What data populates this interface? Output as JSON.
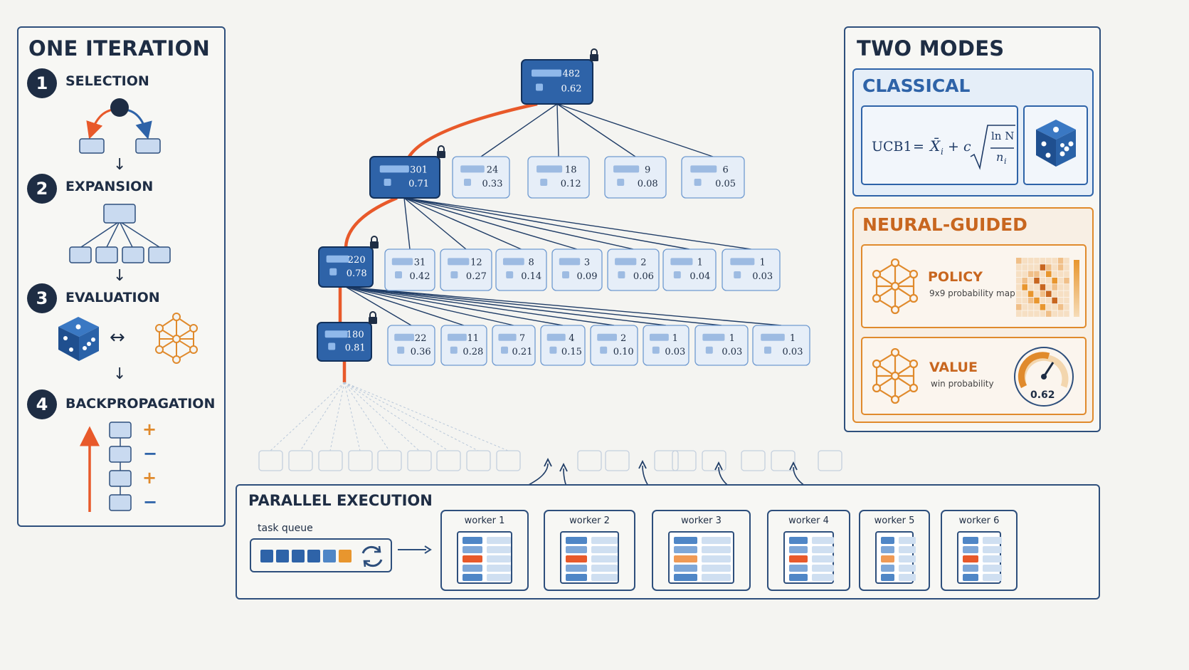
{
  "left_panel": {
    "title": "ONE ITERATION",
    "steps": [
      {
        "num": "1",
        "label": "SELECTION"
      },
      {
        "num": "2",
        "label": "EXPANSION"
      },
      {
        "num": "3",
        "label": "EVALUATION"
      },
      {
        "num": "4",
        "label": "BACKPROPAGATION"
      }
    ],
    "arrow_glyph": "↓",
    "swap_glyph": "↔",
    "backprop_signs": [
      "+",
      "−",
      "+",
      "−"
    ]
  },
  "tree": {
    "root": {
      "visits": "482",
      "value": "0.62"
    },
    "level1": [
      {
        "visits": "301",
        "value": "0.71",
        "selected": true
      },
      {
        "visits": "24",
        "value": "0.33"
      },
      {
        "visits": "18",
        "value": "0.12"
      },
      {
        "visits": "9",
        "value": "0.08"
      },
      {
        "visits": "6",
        "value": "0.05"
      }
    ],
    "level2": [
      {
        "visits": "220",
        "value": "0.78",
        "selected": true
      },
      {
        "visits": "31",
        "value": "0.42"
      },
      {
        "visits": "12",
        "value": "0.27"
      },
      {
        "visits": "8",
        "value": "0.14"
      },
      {
        "visits": "3",
        "value": "0.09"
      },
      {
        "visits": "2",
        "value": "0.06"
      },
      {
        "visits": "1",
        "value": "0.04"
      },
      {
        "visits": "1",
        "value": "0.03"
      }
    ],
    "level3": [
      {
        "visits": "180",
        "value": "0.81",
        "selected": true
      },
      {
        "visits": "22",
        "value": "0.36"
      },
      {
        "visits": "11",
        "value": "0.28"
      },
      {
        "visits": "7",
        "value": "0.21"
      },
      {
        "visits": "4",
        "value": "0.15"
      },
      {
        "visits": "2",
        "value": "0.10"
      },
      {
        "visits": "1",
        "value": "0.03"
      },
      {
        "visits": "1",
        "value": "0.03"
      },
      {
        "visits": "1",
        "value": "0.03"
      }
    ]
  },
  "parallel": {
    "title": "PARALLEL EXECUTION",
    "queue_label": "task queue",
    "workers": [
      "worker 1",
      "worker 2",
      "worker 3",
      "worker 4",
      "worker 5",
      "worker 6"
    ]
  },
  "modes": {
    "title": "TWO MODES",
    "classical": {
      "title": "CLASSICAL",
      "formula_name": "UCB1",
      "formula_eq": "=",
      "formula_xbar": "X̄",
      "formula_sub": "i",
      "formula_plus_c": "+ c",
      "formula_num": "ln N",
      "formula_den": "n",
      "formula_den_sub": "i"
    },
    "neural": {
      "title": "NEURAL-GUIDED",
      "policy_title": "POLICY",
      "policy_sub": "9x9 probability map",
      "value_title": "VALUE",
      "value_sub": "win probability",
      "gauge_value": "0.62"
    }
  },
  "colors": {
    "navy": "#1e2d44",
    "blue": "#2e63a8",
    "orange": "#e8592a",
    "amber": "#e08a2c"
  }
}
